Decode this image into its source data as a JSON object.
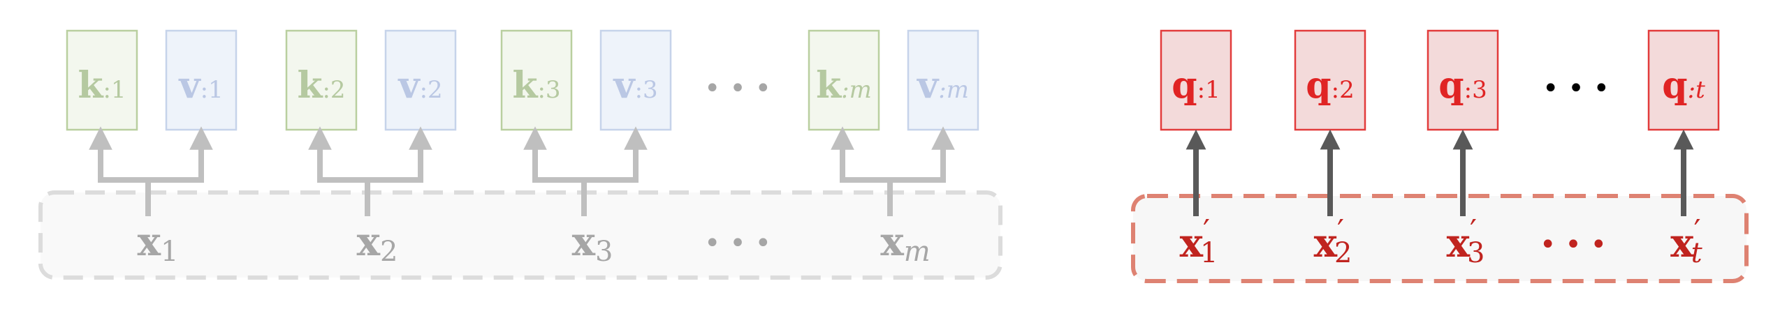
{
  "left_panel": {
    "kv_pairs": [
      {
        "k_base": "k",
        "k_sub": ":1",
        "v_base": "v",
        "v_sub": ":1",
        "x_base": "x",
        "x_sub": "1"
      },
      {
        "k_base": "k",
        "k_sub": ":2",
        "v_base": "v",
        "v_sub": ":2",
        "x_base": "x",
        "x_sub": "2"
      },
      {
        "k_base": "k",
        "k_sub": ":3",
        "v_base": "v",
        "v_sub": ":3",
        "x_base": "x",
        "x_sub": "3"
      },
      {
        "k_base": "k",
        "k_sub": ":m",
        "v_base": "v",
        "v_sub": ":m",
        "x_base": "x",
        "x_sub": "m"
      }
    ],
    "ellipsis_top": "• • •",
    "ellipsis_bottom": "• • •",
    "colors": {
      "k_fill": "#f3f7ee",
      "k_stroke": "#b9cf9f",
      "k_text": "#b5c9a0",
      "v_fill": "#eef3fa",
      "v_stroke": "#c6d3ea",
      "v_text": "#bac7e4",
      "x_text": "#a6a6a6",
      "connector": "#bfbfbf",
      "container_fill": "#f9f9f9",
      "container_stroke": "#dcdcdc"
    }
  },
  "right_panel": {
    "queries": [
      {
        "q_base": "q",
        "q_sub": ":1",
        "x_base": "x",
        "x_sub": "1",
        "prime": "′"
      },
      {
        "q_base": "q",
        "q_sub": ":2",
        "x_base": "x",
        "x_sub": "2",
        "prime": "′"
      },
      {
        "q_base": "q",
        "q_sub": ":3",
        "x_base": "x",
        "x_sub": "3",
        "prime": "′"
      },
      {
        "q_base": "q",
        "q_sub": ":t",
        "x_base": "x",
        "x_sub": "t",
        "prime": "′"
      }
    ],
    "ellipsis_top": "• • •",
    "ellipsis_bottom": "• • •",
    "colors": {
      "q_fill": "#f3dada",
      "q_stroke": "#e23b3b",
      "q_text": "#e02424",
      "x_text": "#c0241f",
      "arrow": "#595959",
      "container_fill": "#f7f7f7",
      "container_stroke": "#de8272",
      "ellipsis_top": "#000000",
      "ellipsis_bottom": "#c0241f"
    }
  }
}
